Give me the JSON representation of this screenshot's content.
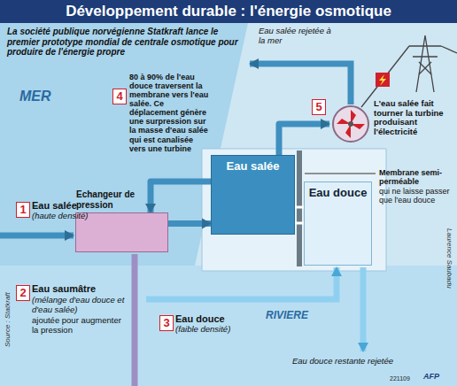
{
  "diagram": {
    "title": "Développement durable : l'énergie osmotique",
    "nodes": [
      {
        "text": [
          "Echangeur de pression"
        ]
      },
      {
        "text": [
          "Eau salée"
        ]
      },
      {
        "text": [
          "Eau douce"
        ]
      },
      {
        "text": [
          "L'eau salée fait tourner la turbine produisant l'électricité"
        ]
      }
    ],
    "edges": [
      {
        "from": 0,
        "to": 1,
        "arrow": "to"
      },
      {
        "from": 1,
        "to": 0,
        "arrow": "to"
      },
      {
        "from": 1,
        "to": 3,
        "arrow": "to"
      }
    ],
    "labels": [
      "La société publique norvégienne Statkraft lance le premier prototype mondial de centrale osmotique pour produire de l'énergie propre",
      "MER",
      "Eau salée rejetée à la mer",
      "4",
      "80 à 90% de l'eau douce traversent la membrane vers l'eau salée. Ce déplacement génère une surpression sur la masse d'eau salée qui est canalisée vers une turbine",
      "5",
      "Membrane semi-perméable",
      "qui ne laisse passer que l'eau douce",
      "1",
      "Eau salée",
      "(haute densité)",
      "2",
      "Eau saumâtre",
      "(mélange d'eau douce et d'eau salée)",
      "ajoutée pour augmenter la pression",
      "RIVIERE",
      "3",
      "Eau douce",
      "(faible densité)",
      "Eau douce restante rejetée",
      "Source : Statkraft",
      "Laurence Saubadu",
      "221109",
      "AFP"
    ]
  }
}
